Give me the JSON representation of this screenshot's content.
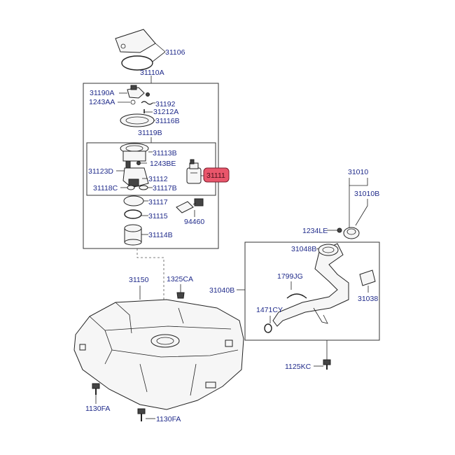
{
  "labels": {
    "l31106": "31106",
    "l31110A": "31110A",
    "l31190A": "31190A",
    "l1243AA": "1243AA",
    "l31192": "31192",
    "l31212A": "31212A",
    "l31116B": "31116B",
    "l31119B": "31119B",
    "l31113B": "31113B",
    "l1243BE": "1243BE",
    "l31123D": "31123D",
    "l31112": "31112",
    "l31118C": "31118C",
    "l31117B": "31117B",
    "l31111": "31111",
    "l31117": "31117",
    "l31115": "31115",
    "l94460": "94460",
    "l31114B": "31114B",
    "l31010": "31010",
    "l31010B": "31010B",
    "l1234LE": "1234LE",
    "l31048B": "31048B",
    "l31040B": "31040B",
    "l1799JG": "1799JG",
    "l31038": "31038",
    "l1471CY": "1471CY",
    "l31150": "31150",
    "l1325CA": "1325CA",
    "l1125KC": "1125KC",
    "l1130FA_a": "1130FA",
    "l1130FA_b": "1130FA"
  },
  "highlight": {
    "part": "31111",
    "color": "#e9566b"
  }
}
